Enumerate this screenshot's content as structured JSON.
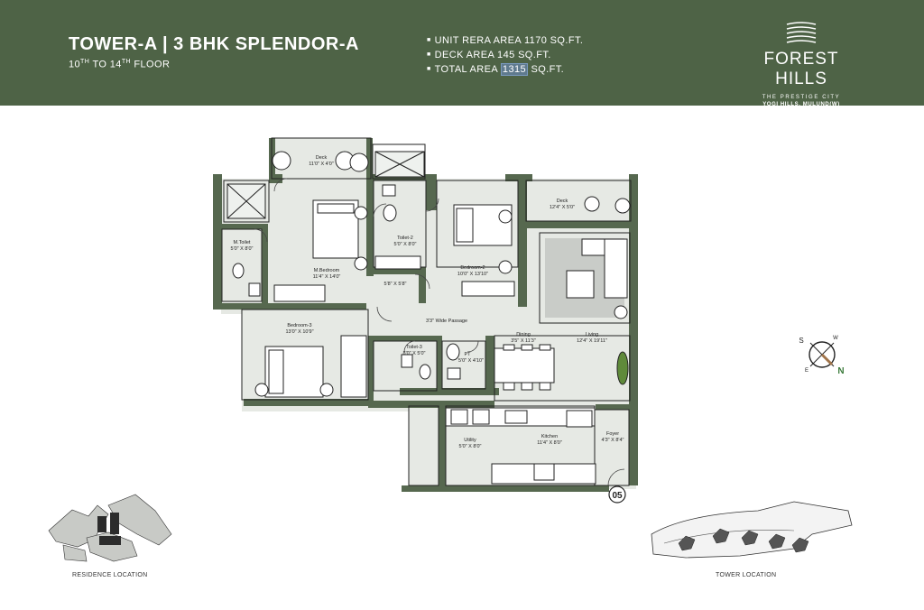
{
  "header": {
    "title": "TOWER-A | 3 BHK SPLENDOR-A",
    "floor": {
      "from": "10",
      "to_text": " TO ",
      "to": "14",
      "sup": "TH",
      "suffix": " FLOOR"
    },
    "areas": {
      "unit_rera": "UNIT RERA AREA 1170 SQ.FT.",
      "deck": "DECK AREA  145 SQ.FT.",
      "total_prefix": "TOTAL AREA ",
      "total_value": "1315",
      "total_suffix": " SQ.FT."
    }
  },
  "brand": {
    "name": "FOREST HILLS",
    "tagline": "THE PRESTIGE CITY",
    "location": "YOGI HILLS, MULUND(W)",
    "icon": "forest-waves-logo-icon"
  },
  "rooms": {
    "deck1": {
      "name": "Deck",
      "dim": "11'0\" X 4'0\""
    },
    "deck2": {
      "name": "Deck",
      "dim": "12'4\" X 5'0\""
    },
    "mtoilet": {
      "name": "M.Toilet",
      "dim": "5'0\" X 8'0\""
    },
    "toilet2": {
      "name": "Toilet-2",
      "dim": "5'0\" X 8'0\""
    },
    "mbed": {
      "name": "M.Bedroom",
      "dim": "11'4\" X 14'0\""
    },
    "bed2": {
      "name": "Bedroom-2",
      "dim": "10'0\" X 13'10\""
    },
    "corr": {
      "dim": "5'8\" X 5'8\""
    },
    "passage": {
      "name": "3'3\" Wide Passage"
    },
    "bed3": {
      "name": "Bedroom-3",
      "dim": "13'0\" X 10'9\""
    },
    "toilet3": {
      "name": "Toilet-3",
      "dim": "8'0\" X 5'0\""
    },
    "pt": {
      "name": "PT",
      "dim": "5'0\" X 4'10\""
    },
    "dining": {
      "name": "Dining",
      "dim": "3'5\" X 11'3\""
    },
    "living": {
      "name": "Living",
      "dim": "12'4\" X 19'11\""
    },
    "utility": {
      "name": "Utility",
      "dim": "5'0\" X 8'0\""
    },
    "kitchen": {
      "name": "Kitchen",
      "dim": "11'4\" X 8'0\""
    },
    "foyer": {
      "name": "Foyer",
      "dim": "4'3\" X 8'4\""
    }
  },
  "unit_number": "05",
  "compass": {
    "labels": [
      "S",
      "W",
      "E",
      "N"
    ],
    "icon": "compass-icon"
  },
  "residence_location": {
    "label": "RESIDENCE LOCATION"
  },
  "tower_location": {
    "label": "TOWER LOCATION"
  },
  "colors": {
    "header": "#4e6346",
    "wall": "#56684f",
    "room": "#e6e9e4",
    "accent": "#5f8a3a"
  }
}
